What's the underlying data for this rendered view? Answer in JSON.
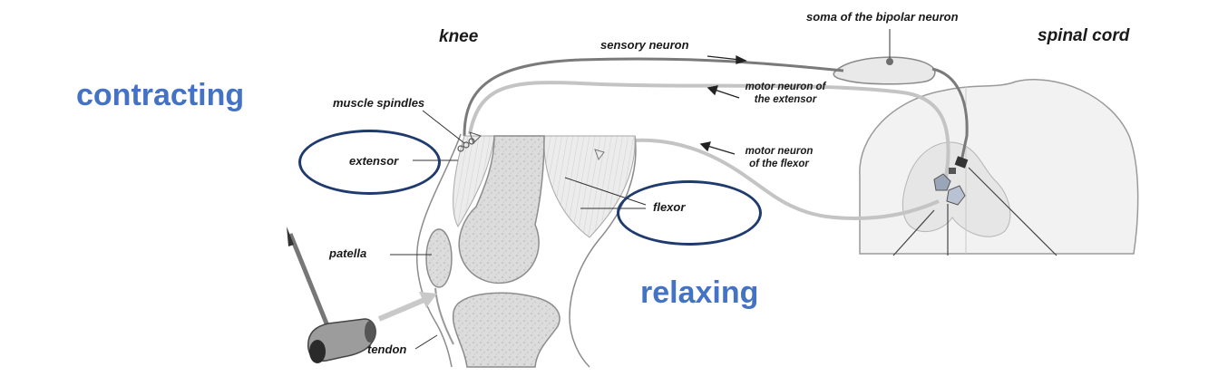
{
  "labels": {
    "knee": "knee",
    "spinal_cord": "spinal cord",
    "soma": "soma of the bipolar neuron",
    "sensory_neuron": "sensory neuron",
    "motor_extensor_1": "motor neuron of",
    "motor_extensor_2": "the extensor",
    "motor_flexor_1": "motor neuron",
    "motor_flexor_2": "of the flexor",
    "muscle_spindles": "muscle spindles",
    "extensor": "extensor",
    "flexor": "flexor",
    "patella": "patella",
    "tendon": "tendon"
  },
  "annotations": {
    "contracting": "contracting",
    "relaxing": "relaxing"
  },
  "colors": {
    "annotation_text": "#4472c4",
    "circle_outline": "#1f3a6e",
    "motor_neuron_pathway": "#bdbdbd",
    "sensory_neuron_pathway": "#808080",
    "bone": "#d9d9d9",
    "muscle": "#e8e8e8"
  }
}
